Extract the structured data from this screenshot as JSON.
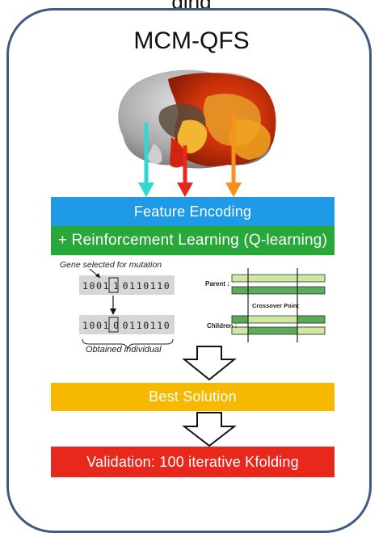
{
  "page": {
    "top_fragment": "ging",
    "title": "MCM-QFS"
  },
  "brain": {
    "icon": "brain-scan-icon"
  },
  "arrows": {
    "colors": {
      "cyan": "#33d6d2",
      "red": "#e8281c",
      "orange": "#f7901e"
    }
  },
  "steps": {
    "feature_encoding": "Feature Encoding",
    "reinforcement": "+ Reinforcement Learning (Q-learning)",
    "best_solution": "Best Solution",
    "validation": "Validation: 100 iterative Kfolding"
  },
  "mutation": {
    "caption_top": "Gene selected for mutation",
    "before": "1001",
    "before_selected": "1",
    "before_tail": "0110110",
    "after": "1001",
    "after_selected": "0",
    "after_tail": "0110110",
    "caption_bottom": "Obtained individual"
  },
  "crossover": {
    "parent_label": "Parent :",
    "children_label": "Children :",
    "point_label": "Crossover Point"
  },
  "colors": {
    "frame": "#3f5a80",
    "encoding": "#1e9ae6",
    "reinforcement": "#29a83a",
    "best": "#f6b800",
    "validation": "#e8281c",
    "chromosome_light": "#cfe8a0",
    "chromosome_dark": "#5cab5a"
  }
}
